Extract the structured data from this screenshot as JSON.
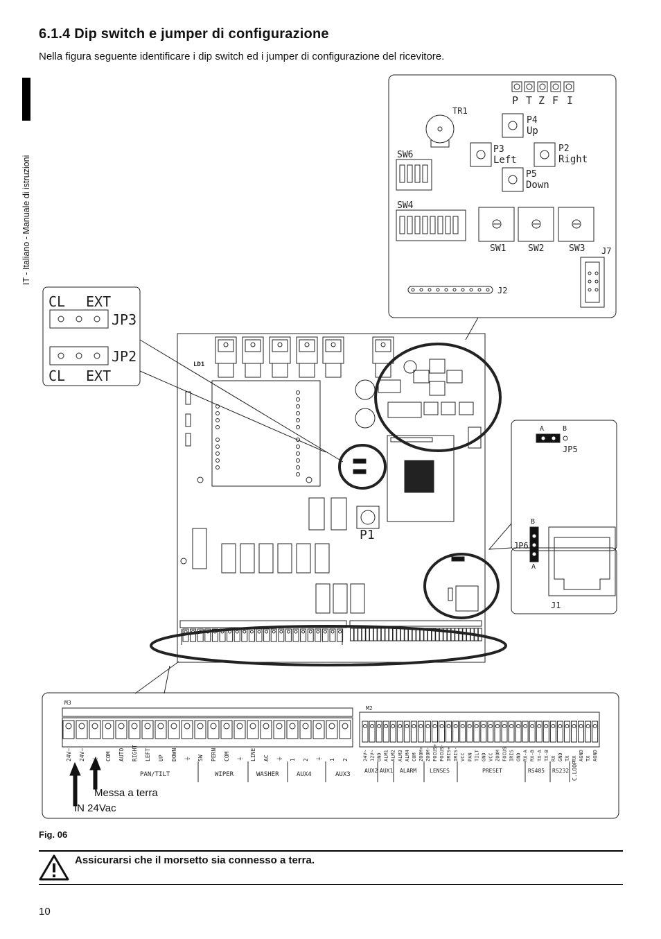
{
  "header": {
    "section_title": "6.1.4  Dip switch e jumper di configurazione",
    "intro": "Nella figura seguente identificare i dip switch ed i jumper di configurazione del ricevitore."
  },
  "sidebar": {
    "text": "IT - Italiano - Manuale di istruzioni"
  },
  "figure": {
    "caption": "Fig. 06",
    "top_right_detail": {
      "leds": [
        "P",
        "T",
        "Z",
        "F",
        "I"
      ],
      "trimmer": "TR1",
      "buttons": {
        "up": "P4",
        "up_label": "Up",
        "left": "P3",
        "left_label": "Left",
        "right": "P2",
        "right_label": "Right",
        "down": "P5",
        "down_label": "Down"
      },
      "sw6": "SW6",
      "sw4": "SW4",
      "sw1": "SW1",
      "sw2": "SW2",
      "sw3": "SW3",
      "j7": "J7",
      "j2": "J2"
    },
    "jumper_detail": {
      "jp3": "JP3",
      "jp2": "JP2",
      "cl": "CL",
      "ext": "EXT"
    },
    "jp5_detail": {
      "a": "A",
      "b": "B",
      "jp5": "JP5"
    },
    "jp6_detail": {
      "b": "B",
      "a": "A",
      "jp6": "JP6",
      "j1": "J1"
    },
    "board": {
      "ld1": "LD1",
      "p1": "P1"
    },
    "terminals": {
      "m3": "M3",
      "m2": "M2",
      "m3_labels": [
        "24V~",
        "24V~",
        "⏚",
        "COM",
        "AUTO",
        "RIGHT",
        "LEFT",
        "UP",
        "DOWN",
        "⏚",
        "SW",
        "PERN",
        "COM",
        "⏚",
        "LINE",
        "AC",
        "⏚",
        "1",
        "2",
        "⏚",
        "1",
        "2"
      ],
      "m3_groups": [
        "PAN/TILT",
        "WIPER",
        "WASHER",
        "AUX4",
        "AUX3"
      ],
      "m2_labels": [
        "24V~",
        "12V~",
        "GND",
        "ALM1",
        "ALM2",
        "ALM3",
        "ALM4",
        "COM",
        "ZOOM+",
        "ZOOM-",
        "FOCUS+",
        "FOCUS-",
        "IRIS+",
        "IRIS-",
        "VCC",
        "PAN",
        "TILT",
        "GND",
        "VCC",
        "ZOOM",
        "FOCUS",
        "IRIS",
        "GND",
        "RX-A",
        "RX-B",
        "TX-A",
        "TX-B",
        "RX",
        "GND",
        "TX",
        "RX",
        "AGND",
        "TX",
        "AGND"
      ],
      "m2_groups": [
        "AUX2",
        "AUX1",
        "ALARM",
        "LENSES",
        "PRESET",
        "RS485",
        "RS232",
        "C.LOOP"
      ]
    },
    "callouts": {
      "ground": "Messa a terra",
      "power": "IN 24Vac"
    }
  },
  "warning": {
    "text": "Assicurarsi che il morsetto sia connesso a terra."
  },
  "footer": {
    "page_number": "10"
  }
}
